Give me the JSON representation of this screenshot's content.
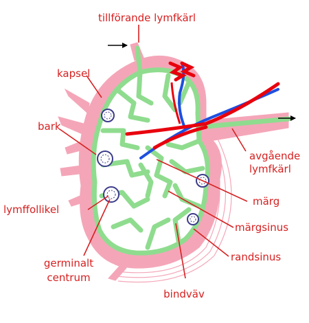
{
  "labels": {
    "afferent": "tillförande lymfkärl",
    "capsule": "kapsel",
    "cortex": "bark",
    "follicle": "lymffollikel",
    "germinal_1": "germinalt",
    "germinal_2": "centrum",
    "efferent_1": "avgående",
    "efferent_2": "lymfkärl",
    "medulla": "märg",
    "medullary_sinus": "märgsinus",
    "marginal_sinus": "randsinus",
    "connective": "bindväv"
  },
  "colors": {
    "label": "#d62020",
    "capsule": "#f4a6b8",
    "sinus": "#8fdc8f",
    "artery": "#e8000d",
    "vein": "#1e4fe0",
    "follicle": "#3b3b8a"
  }
}
